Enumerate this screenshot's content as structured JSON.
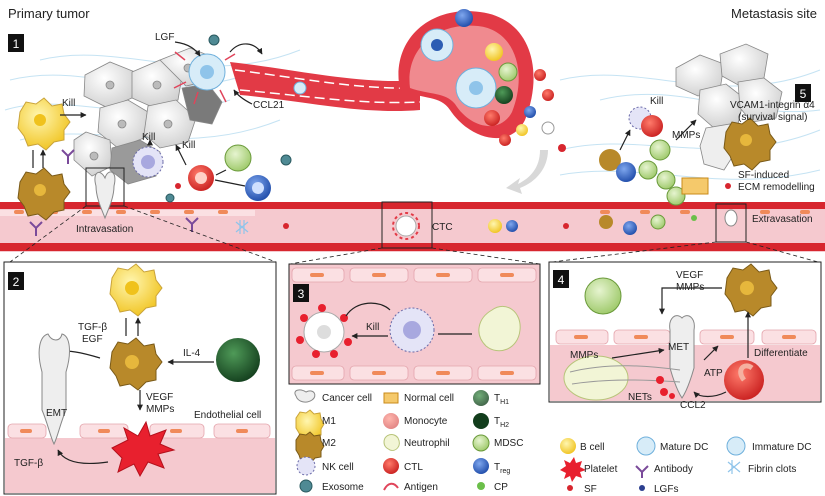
{
  "header": {
    "left_title": "Primary tumor",
    "right_title": "Metastasis site"
  },
  "panels": {
    "p1": "1",
    "p2": "2",
    "p3": "3",
    "p4": "4",
    "p5": "5"
  },
  "labels": {
    "lgf": "LGF",
    "ccl21": "CCL21",
    "kill_1": "Kill",
    "kill_2": "Kill",
    "kill_3": "Kill",
    "kill_4": "Kill",
    "kill_5": "Kill",
    "intravasation": "Intravasation",
    "ctc": "CTC",
    "extravasation": "Extravasation",
    "mmps_top": "MMPs",
    "vcam": "VCAM1-integrin α4",
    "survival": "(survival signal)",
    "sf_remodel_1": "SF-induced",
    "sf_remodel_2": "ECM remodelling",
    "tgfb_egf_1": "TGF-β",
    "tgfb_egf_2": "EGF",
    "il4": "IL-4",
    "emt": "EMT",
    "vegf_mmps_1": "VEGF",
    "vegf_mmps_2": "MMPs",
    "endothelial": "Endothelial cell",
    "tgfb_bottom": "TGF-β",
    "vegf4_1": "VEGF",
    "vegf4_2": "MMPs",
    "met": "MET",
    "mmps4": "MMPs",
    "atp": "ATP",
    "differentiate": "Differentiate",
    "nets": "NETs",
    "ccl2": "CCL2"
  },
  "legend": {
    "cancer_cell": "Cancer cell",
    "normal_cell": "Normal cell",
    "th1": "T",
    "th1_sub": "H1",
    "m1": "M1",
    "monocyte": "Monocyte",
    "th2": "T",
    "th2_sub": "H2",
    "m2": "M2",
    "neutrophil": "Neutrophil",
    "mdsc": "MDSC",
    "nk_cell": "NK cell",
    "ctl": "CTL",
    "treg": "T",
    "treg_sub": "reg",
    "exosome": "Exosome",
    "antigen": "Antigen",
    "cp": "CP",
    "b_cell": "B cell",
    "mature_dc": "Mature DC",
    "immature_dc": "Immature DC",
    "platelet": "Platelet",
    "antibody": "Antibody",
    "fibrin": "Fibrin clots",
    "sf": "SF",
    "lgfs": "LGFs"
  },
  "colors": {
    "vessel_red": "#d7262e",
    "vessel_pink": "#f5c9cf",
    "m2_brown": "#b8892a",
    "m1_yellow": "#f5dc8a",
    "treg_blue": "#2c5db3",
    "th2_green": "#1f5a2b",
    "mdsc_green": "#a9cf7a",
    "cp_green": "#6bbf4a"
  }
}
